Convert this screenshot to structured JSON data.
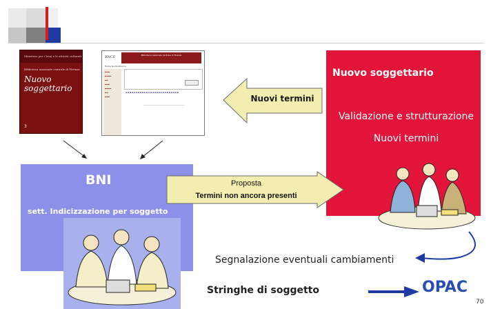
{
  "colors": {
    "red_box": "#e3143a",
    "blue_box": "#8d90e8",
    "arrow_fill": "#f2eeb0",
    "opac_blue": "#2b4bb5",
    "dark_arrow": "#1f3aa3"
  },
  "book": {
    "publisher": "Ministero per i beni e le attività culturali",
    "library": "Biblioteca nazionale centrale di Firenze",
    "title_line1": "Nuovo",
    "title_line2": "soggettario",
    "number": "3"
  },
  "website": {
    "header": "Biblioteca nazionale centrale di Firenze",
    "nav": "Home   Guida   Ricerca",
    "logo": "BNCF"
  },
  "arrow_top": {
    "label": "Nuovi termini"
  },
  "red_panel": {
    "title": "Nuovo soggettario",
    "line1": "Validazione e strutturazione",
    "line2": "Nuovi termini"
  },
  "blue_panel": {
    "title": "BNI",
    "subtitle": "sett. Indicizzazione per soggetto"
  },
  "arrow_middle": {
    "line1": "Proposta",
    "line2": "Termini non ancora presenti"
  },
  "feedback": {
    "label": "Segnalazione eventuali cambiamenti"
  },
  "output": {
    "source": "Stringhe di soggetto",
    "target": "OPAC"
  },
  "page_number": "70"
}
